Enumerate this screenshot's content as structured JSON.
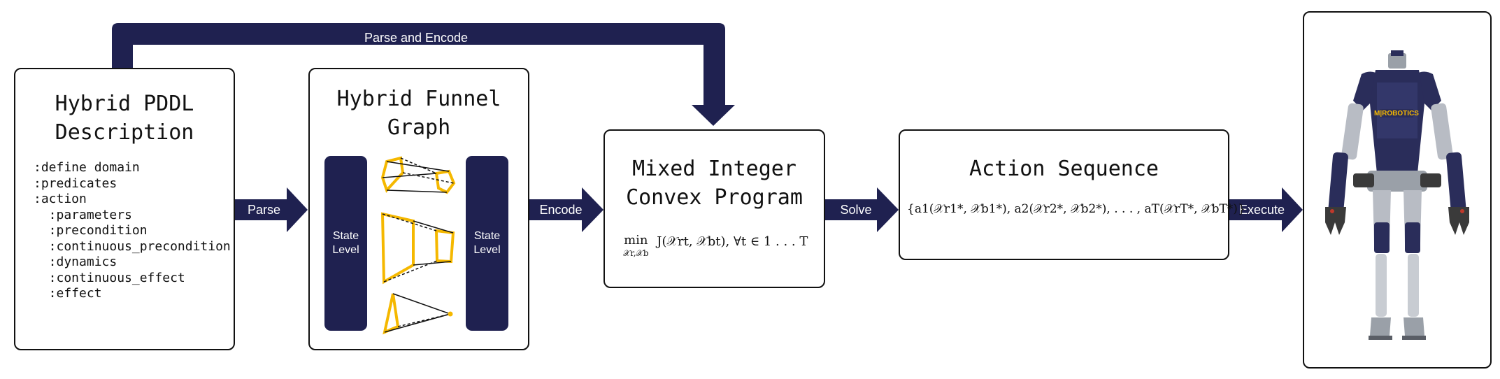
{
  "colors": {
    "navy": "#1f2150",
    "gold": "#f5b800",
    "border": "#111111"
  },
  "top_arrow": {
    "label": "Parse and Encode"
  },
  "pddl_box": {
    "title": "Hybrid PDDL\nDescription",
    "lines": [
      ":define domain",
      ":predicates",
      ":action",
      "  :parameters",
      "  :precondition",
      "  :continuous_precondition",
      "  :dynamics",
      "  :continuous_effect",
      "  :effect"
    ]
  },
  "funnel_box": {
    "title": "Hybrid Funnel\nGraph",
    "state_left": "State\nLevel",
    "state_right": "State\nLevel"
  },
  "mic_box": {
    "title": "Mixed Integer\nConvex Program",
    "formula_min": "min",
    "formula_sub": "𝒳r,𝒳b",
    "formula_body": "J(𝒳rt, 𝒳bt),    ∀t ∈ 1 . . . T"
  },
  "action_box": {
    "title": "Action Sequence",
    "formula": "{a1(𝒳r1*, 𝒳b1*), a2(𝒳r2*, 𝒳b2*), . . . , aT(𝒳rT*, 𝒳bT*)}"
  },
  "arrows": {
    "parse": "Parse",
    "encode": "Encode",
    "solve": "Solve",
    "execute": "Execute"
  },
  "robot": {
    "chest_logo": "M|ROBOTICS"
  }
}
